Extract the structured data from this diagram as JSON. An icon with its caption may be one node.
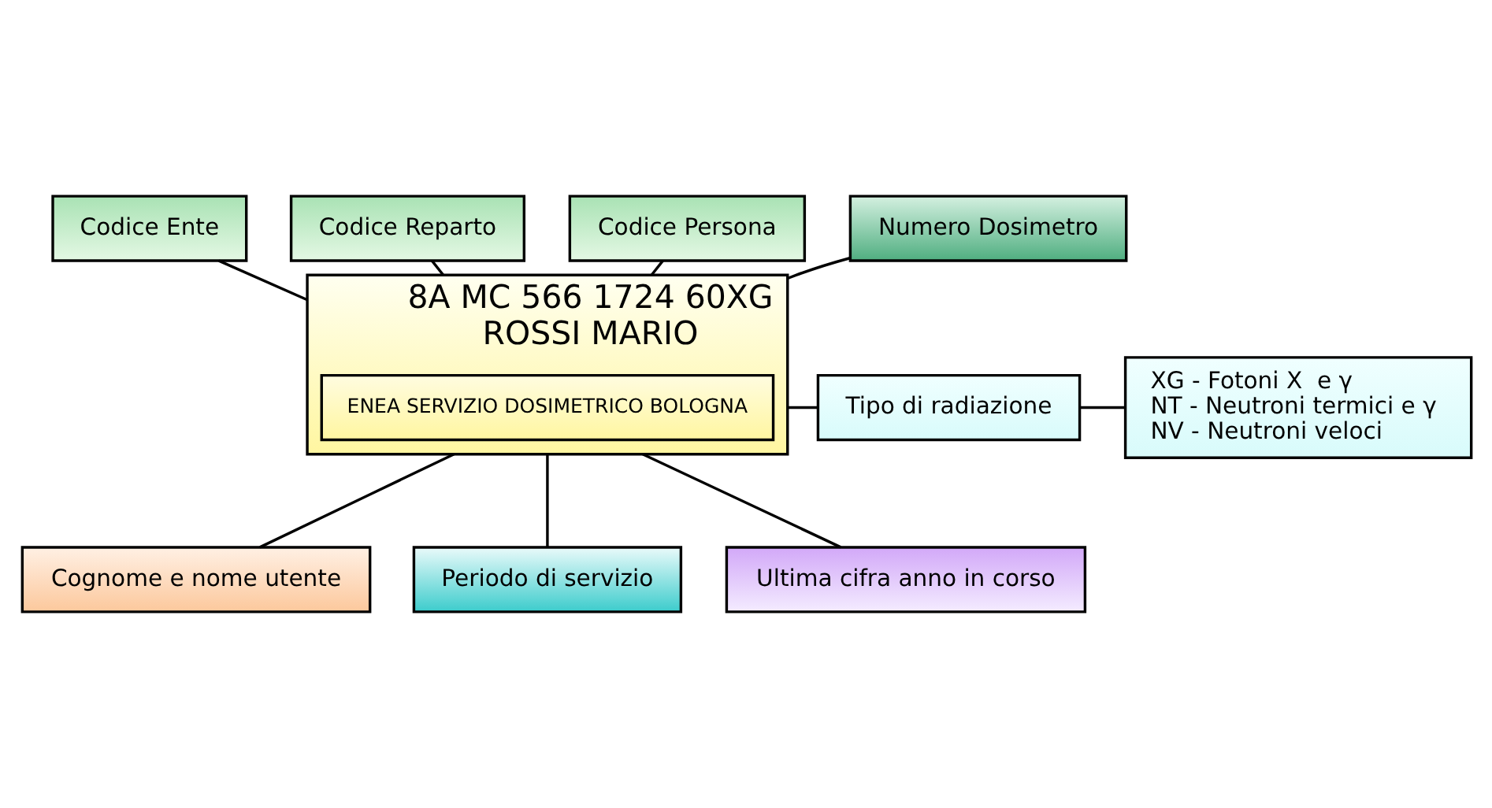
{
  "diagram": {
    "nodes": [
      {
        "text": [
          "Codice Ente"
        ]
      },
      {
        "text": [
          "Codice Reparto"
        ]
      },
      {
        "text": [
          "Codice Persona"
        ]
      },
      {
        "text": [
          "Numero Dosimetro"
        ]
      },
      {
        "text": [
          "8A MC 566 1724 60XG",
          "ROSSI MARIO"
        ]
      },
      {
        "text": [
          "ENEA SERVIZIO DOSIMETRICO BOLOGNA"
        ],
        "in": 4
      },
      {
        "text": [
          "Tipo di radiazione"
        ]
      },
      {
        "text": [
          "XG - Fotoni X  e γ",
          "NT - Neutroni termici e γ",
          "NV - Neutroni veloci"
        ]
      },
      {
        "text": [
          "Cognome e nome utente"
        ]
      },
      {
        "text": [
          "Periodo di servizio"
        ]
      },
      {
        "text": [
          "Ultima cifra anno in corso"
        ]
      }
    ],
    "edges": [
      {
        "from": 0,
        "to": 4,
        "arrow": "none"
      },
      {
        "from": 1,
        "to": 4,
        "arrow": "none"
      },
      {
        "from": 2,
        "to": 4,
        "arrow": "none"
      },
      {
        "from": 3,
        "to": 4,
        "arrow": "none"
      },
      {
        "from": 4,
        "to": 6,
        "arrow": "none"
      },
      {
        "from": 6,
        "to": 7,
        "arrow": "none"
      },
      {
        "from": 8,
        "to": 4,
        "arrow": "none"
      },
      {
        "from": 9,
        "to": 4,
        "arrow": "none"
      },
      {
        "from": 10,
        "to": 4,
        "arrow": "none"
      }
    ]
  }
}
